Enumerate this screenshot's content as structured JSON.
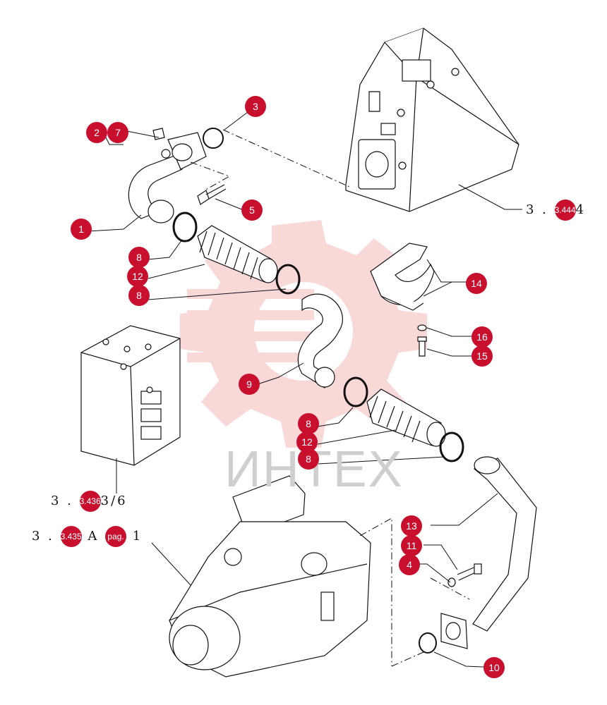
{
  "colors": {
    "accent": "#c8102e",
    "line": "#111111",
    "watermark": "#f2a9a9"
  },
  "watermark": {
    "text": "ИНТЕХ",
    "icon": "gear-logo-icon"
  },
  "callouts": {
    "p1": "1",
    "p2": "2",
    "p3": "3",
    "p4": "4",
    "p5": "5",
    "p7": "7",
    "p8a": "8",
    "p8b": "8",
    "p8c": "8",
    "p8d": "8",
    "p9": "9",
    "p10": "10",
    "p11": "11",
    "p12a": "12",
    "p12b": "12",
    "p13": "13",
    "p14": "14",
    "p15": "15",
    "p16": "16"
  },
  "references": {
    "tank": {
      "pre": "3 . ",
      "badge": "3.444",
      "post": "4"
    },
    "valve_block": {
      "pre": "3 . ",
      "badge": "3.436",
      "post": "3/6"
    },
    "pump": {
      "pre": "3 . ",
      "badge": "3.435",
      "mid": " A ",
      "badge2": "pag.",
      "post": " 1"
    }
  }
}
